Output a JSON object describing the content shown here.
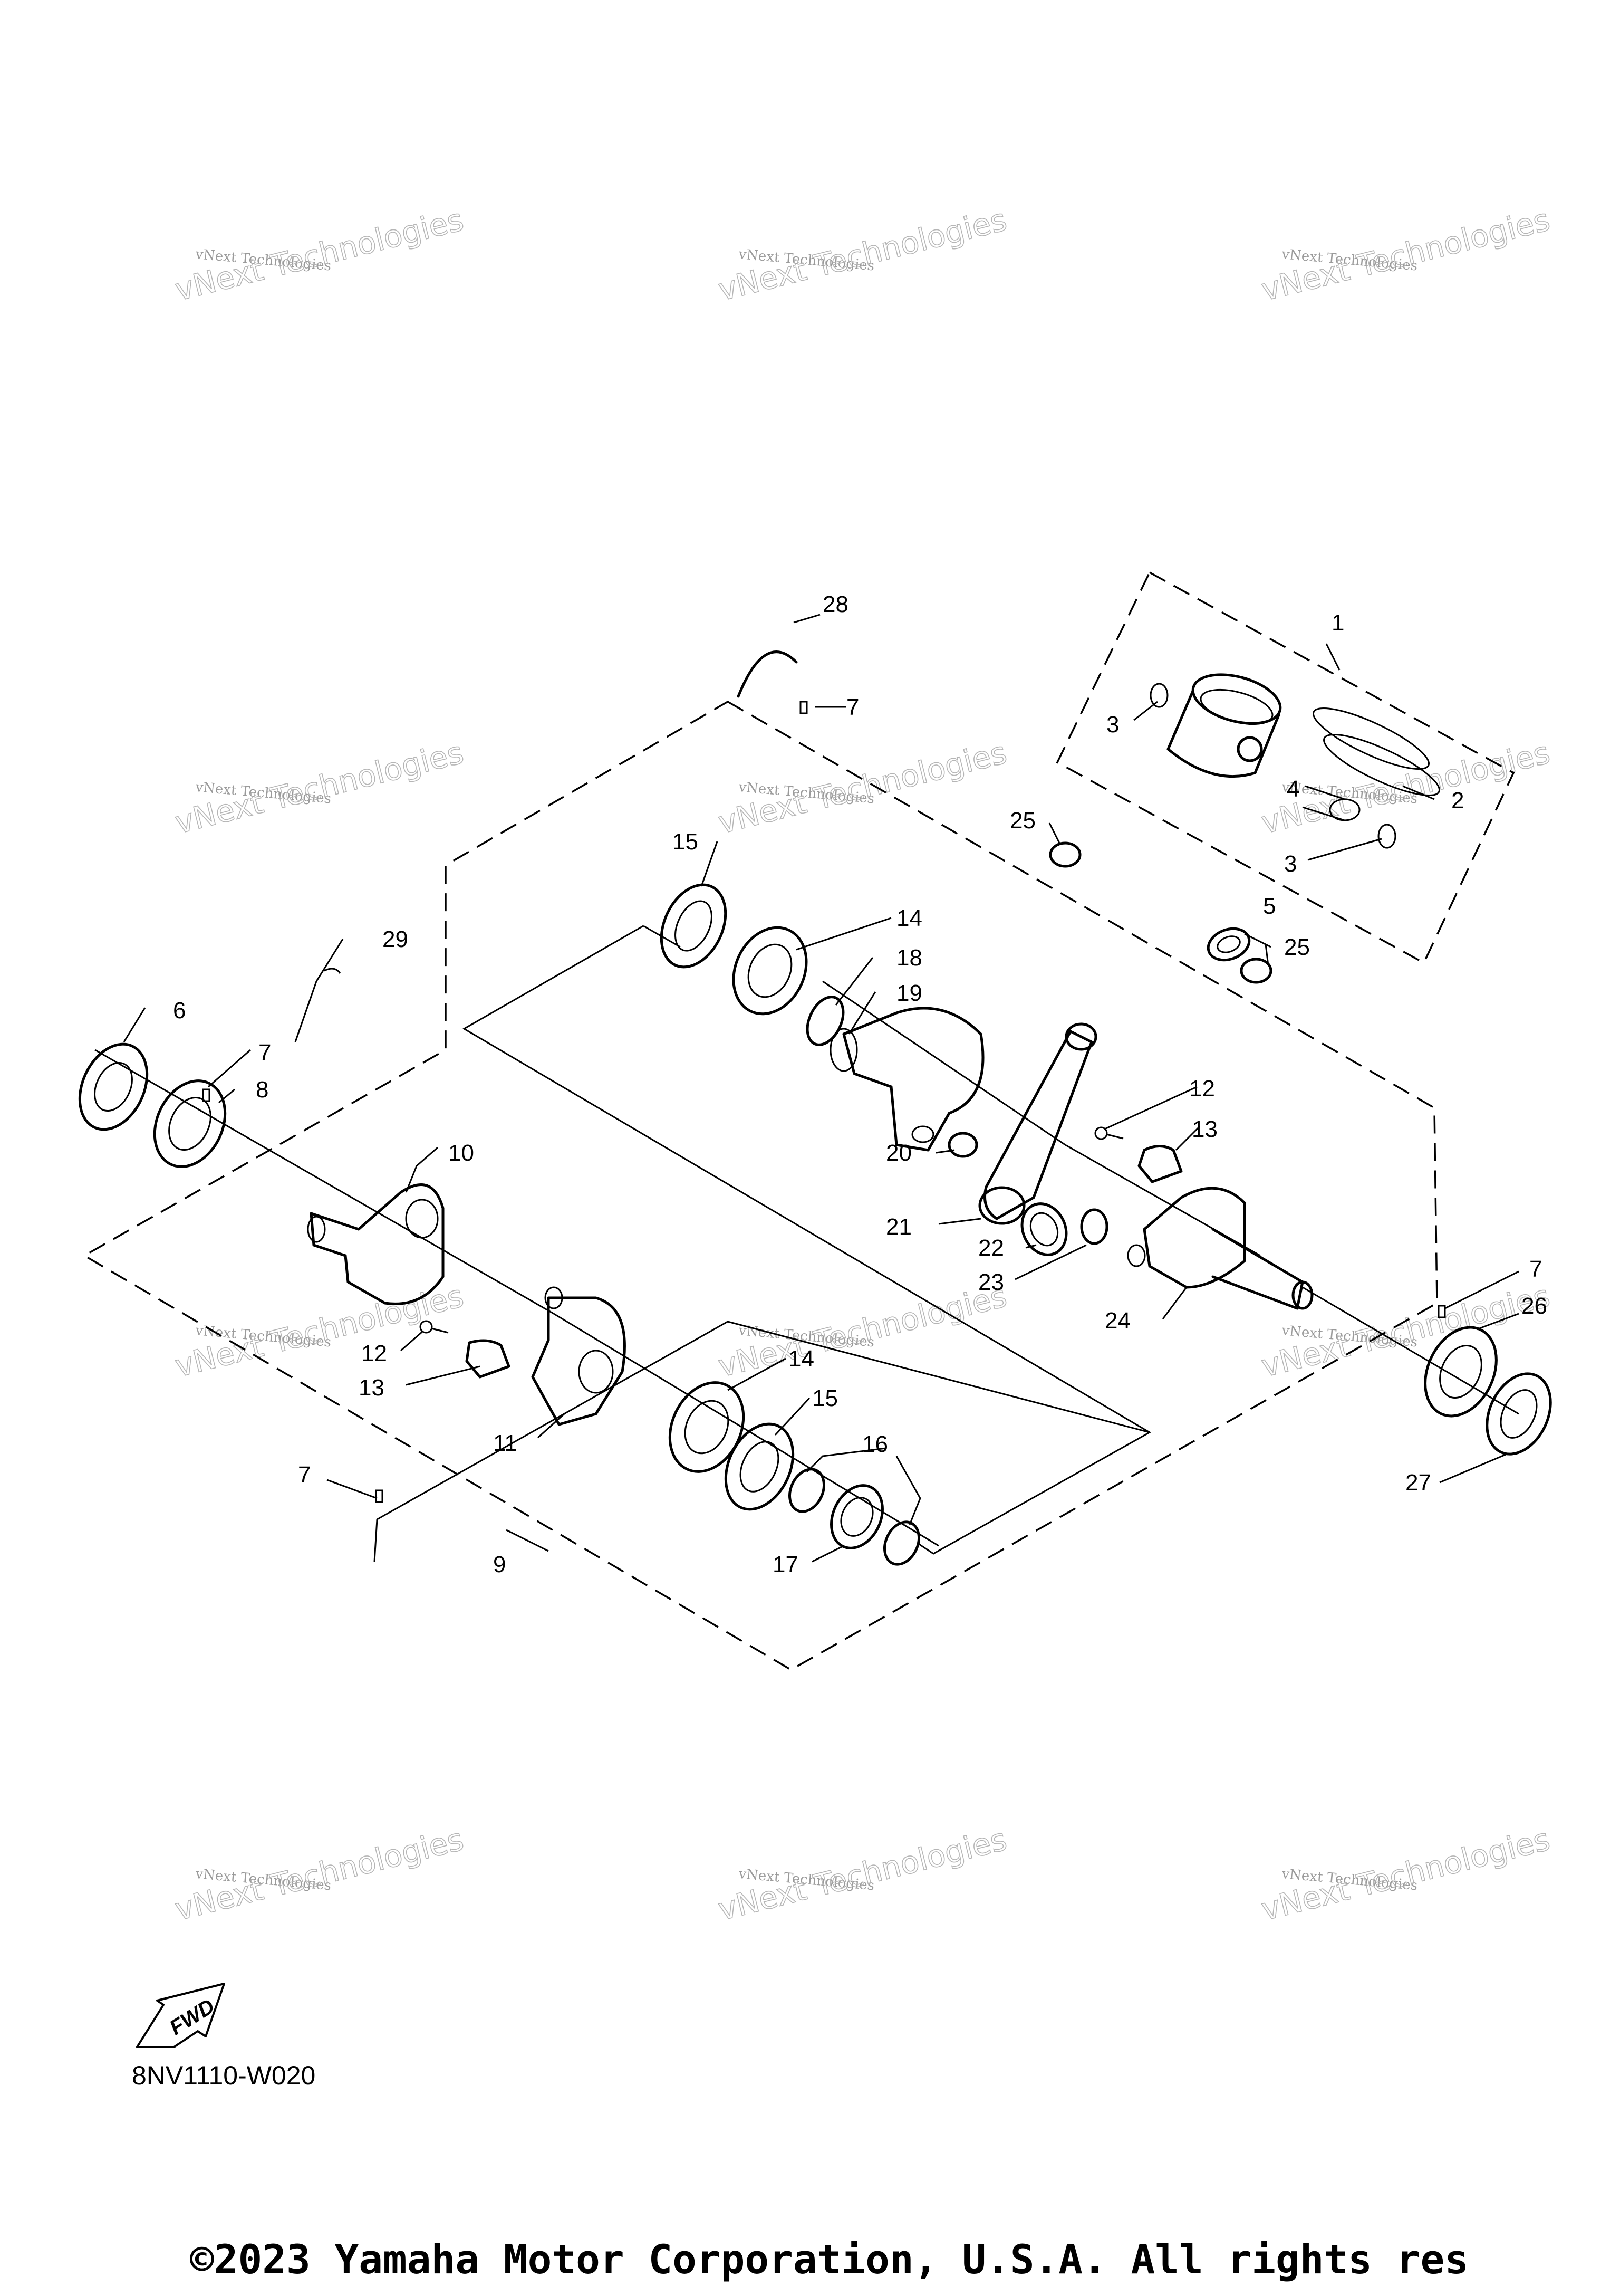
{
  "drawing_code": "8NV1110-W020",
  "copyright": "©2023 Yamaha Motor Corporation, U.S.A. All rights res",
  "fwd_label": "FWD",
  "watermark": {
    "line1": "vNext Technologies",
    "big": "vNext Technologies"
  },
  "callouts": {
    "c1": "1",
    "c2": "2",
    "c3a": "3",
    "c3b": "3",
    "c4": "4",
    "c5": "5",
    "c6": "6",
    "c7a": "7",
    "c7b": "7",
    "c7c": "7",
    "c7d": "7",
    "c8": "8",
    "c9": "9",
    "c10": "10",
    "c11": "11",
    "c12a": "12",
    "c12b": "12",
    "c13a": "13",
    "c13b": "13",
    "c14a": "14",
    "c14b": "14",
    "c15a": "15",
    "c15b": "15",
    "c16": "16",
    "c17": "17",
    "c18": "18",
    "c19": "19",
    "c20": "20",
    "c21": "21",
    "c22": "22",
    "c23": "23",
    "c24": "24",
    "c25a": "25",
    "c25b": "25",
    "c26": "26",
    "c27": "27",
    "c28": "28",
    "c29": "29"
  }
}
